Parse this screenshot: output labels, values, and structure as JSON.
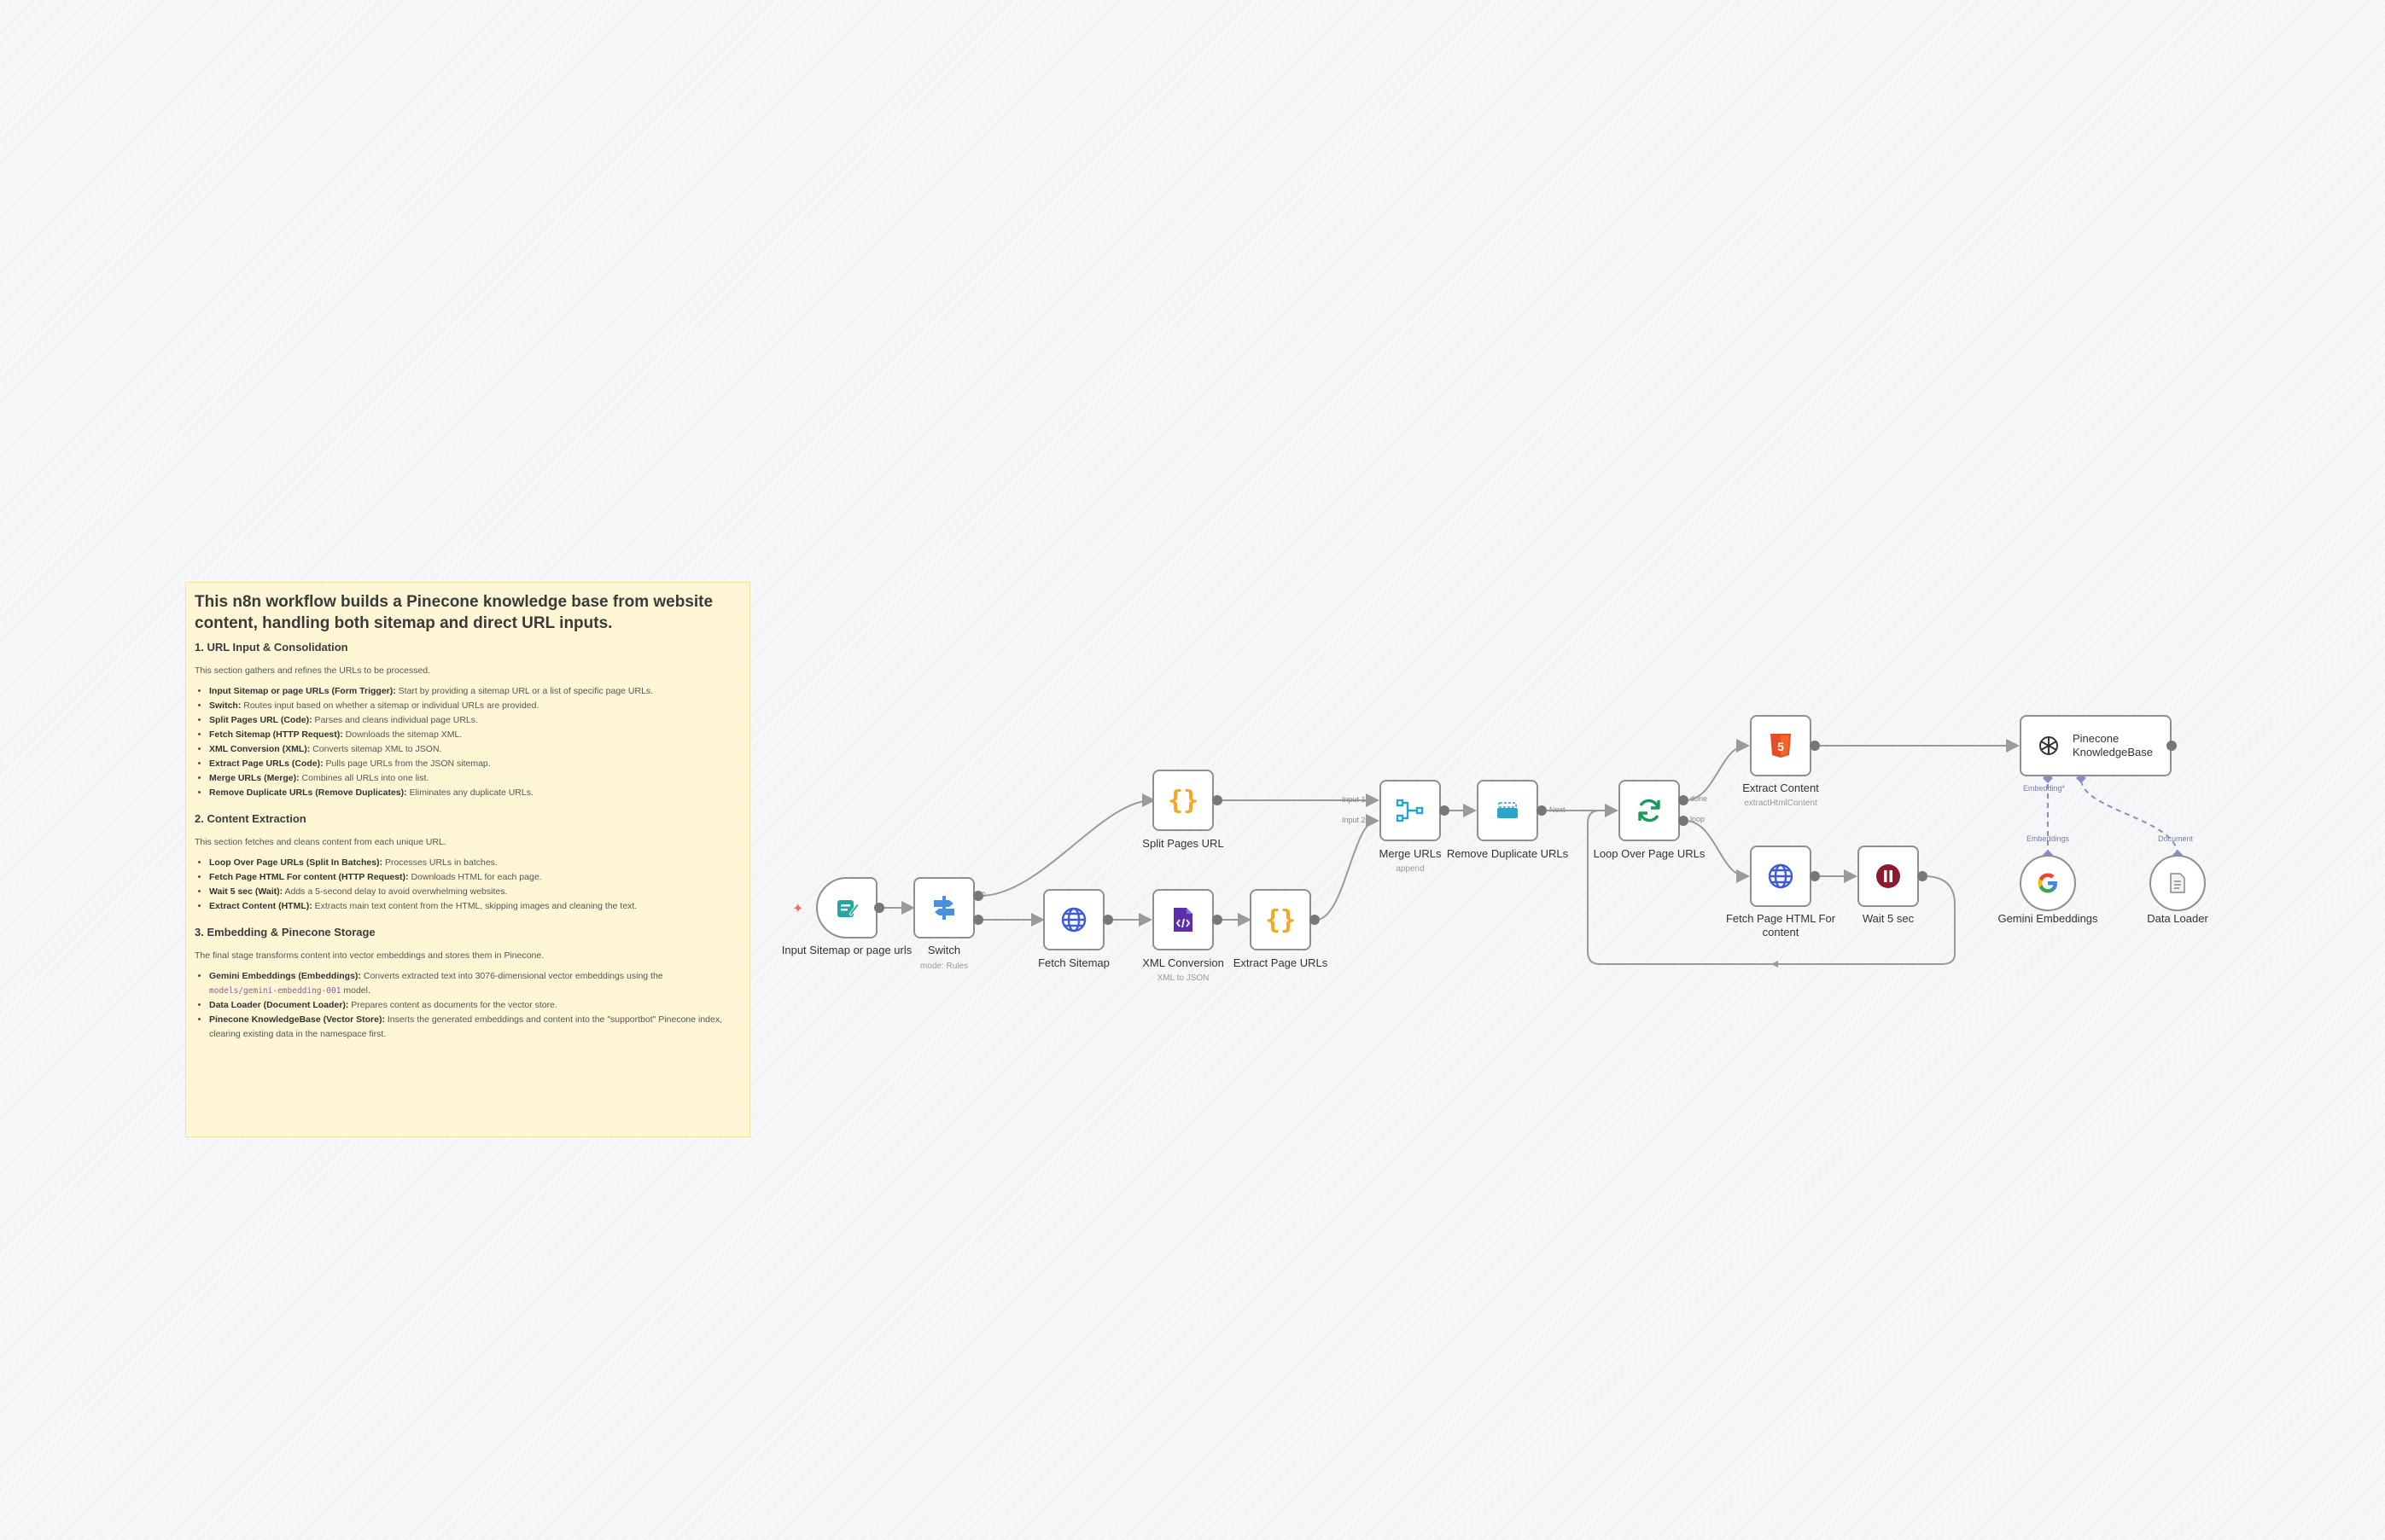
{
  "sticky": {
    "title": "This n8n workflow builds a Pinecone knowledge base from website content, handling both sitemap and direct URL inputs.",
    "sections": [
      {
        "heading": "1. URL Input & Consolidation",
        "intro": "This section gathers and refines the URLs to be processed.",
        "items": [
          {
            "name": "Input Sitemap or page URLs (Form Trigger):",
            "text": " Start by providing a sitemap URL or a list of specific page URLs."
          },
          {
            "name": "Switch:",
            "text": " Routes input based on whether a sitemap or individual URLs are provided."
          },
          {
            "name": "Split Pages URL (Code):",
            "text": " Parses and cleans individual page URLs."
          },
          {
            "name": "Fetch Sitemap (HTTP Request):",
            "text": " Downloads the sitemap XML."
          },
          {
            "name": "XML Conversion (XML):",
            "text": " Converts sitemap XML to JSON."
          },
          {
            "name": "Extract Page URLs (Code):",
            "text": " Pulls page URLs from the JSON sitemap."
          },
          {
            "name": "Merge URLs (Merge):",
            "text": " Combines all URLs into one list."
          },
          {
            "name": "Remove Duplicate URLs (Remove Duplicates):",
            "text": " Eliminates any duplicate URLs."
          }
        ]
      },
      {
        "heading": "2. Content Extraction",
        "intro": "This section fetches and cleans content from each unique URL.",
        "items": [
          {
            "name": "Loop Over Page URLs (Split In Batches):",
            "text": " Processes URLs in batches."
          },
          {
            "name": "Fetch Page HTML For content (HTTP Request):",
            "text": " Downloads HTML for each page."
          },
          {
            "name": "Wait 5 sec (Wait):",
            "text": " Adds a 5-second delay to avoid overwhelming websites."
          },
          {
            "name": "Extract Content (HTML):",
            "text": " Extracts main text content from the HTML, skipping images and cleaning the text."
          }
        ]
      },
      {
        "heading": "3. Embedding & Pinecone Storage",
        "intro": "The final stage transforms content into vector embeddings and stores them in Pinecone.",
        "items": [
          {
            "name": "Gemini Embeddings (Embeddings):",
            "text": " Converts extracted text into 3076-dimensional vector embeddings using the",
            "code": "models/gemini-embedding-001",
            "after": " model."
          },
          {
            "name": "Data Loader (Document Loader):",
            "text": " Prepares content as documents for the vector store."
          },
          {
            "name": "Pinecone KnowledgeBase (Vector Store):",
            "text": " Inserts the generated embeddings and content into the \"supportbot\" Pinecone index, clearing existing data in the namespace first."
          }
        ]
      }
    ]
  },
  "nodes": {
    "trigger": {
      "label": "Input Sitemap or page urls",
      "icon": "form-trigger-icon"
    },
    "switch": {
      "label": "Switch",
      "sub": "mode: Rules",
      "icon": "switch-icon"
    },
    "split": {
      "label": "Split Pages URL",
      "icon": "code-braces-icon"
    },
    "fetch_sitemap": {
      "label": "Fetch Sitemap",
      "icon": "globe-icon"
    },
    "xml": {
      "label": "XML Conversion",
      "sub": "XML to JSON",
      "icon": "xml-file-icon"
    },
    "extract_urls": {
      "label": "Extract Page URLs",
      "icon": "code-braces-icon"
    },
    "merge": {
      "label": "Merge URLs",
      "sub": "append",
      "icon": "merge-icon"
    },
    "dedupe": {
      "label": "Remove Duplicate URLs",
      "icon": "remove-duplicates-icon"
    },
    "loop": {
      "label": "Loop Over Page URLs",
      "icon": "loop-icon"
    },
    "extract_content": {
      "label": "Extract Content",
      "sub": "extractHtmlContent",
      "icon": "html5-icon"
    },
    "fetch_page": {
      "label": "Fetch Page HTML For content",
      "icon": "globe-icon"
    },
    "wait": {
      "label": "Wait 5 sec",
      "icon": "pause-icon"
    },
    "pinecone": {
      "label": "Pinecone KnowledgeBase",
      "icon": "pinecone-icon"
    },
    "gemini": {
      "label": "Gemini Embeddings",
      "icon": "google-icon"
    },
    "loader": {
      "label": "Data Loader",
      "icon": "document-icon"
    }
  },
  "ports": {
    "input1": "Input 1",
    "input2": "Input 2",
    "next": "Next",
    "done": "done",
    "loop": "loop",
    "embedding_required": "Embedding*",
    "embeddings": "Embeddings",
    "document": "Document"
  },
  "colors": {
    "sticky_bg": "#fff6d5",
    "node_border": "#8f8f8f",
    "wire": "#9a9a9a",
    "ai_wire": "#8b8bc7",
    "trigger_icon": "#1fa7a0",
    "switch_icon": "#4b8fe0",
    "code_icon": "#f5a623",
    "globe_icon": "#3d5bd9",
    "xml_icon": "#5a2fa8",
    "merge_icon": "#27a6c8",
    "loop_icon": "#1c9a5a",
    "html_icon": "#e44d26",
    "wait_icon": "#8b1c2f"
  }
}
